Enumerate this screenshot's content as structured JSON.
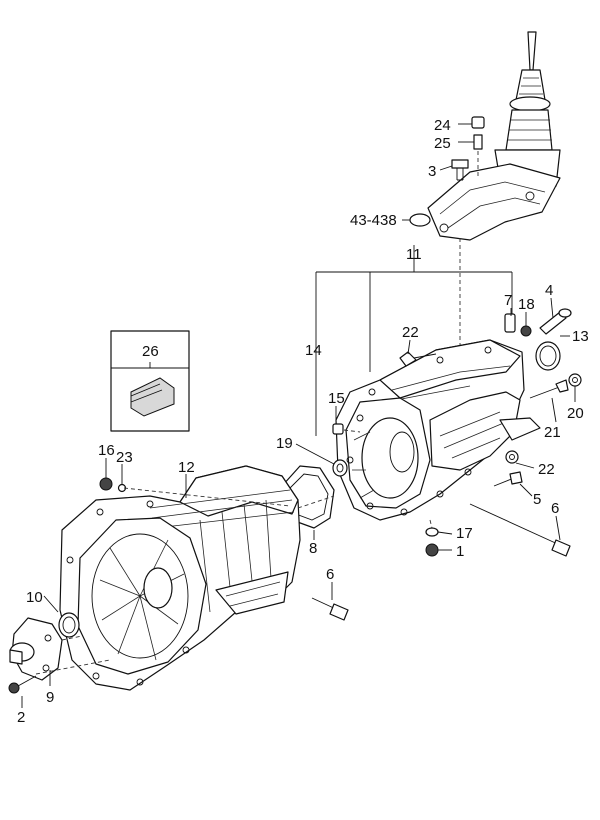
{
  "diagram": {
    "labels": {
      "p1": "1",
      "p2": "2",
      "p3": "3",
      "p4": "4",
      "p5": "5",
      "p6a": "6",
      "p6b": "6",
      "p7": "7",
      "p8": "8",
      "p9": "9",
      "p10": "10",
      "p11": "11",
      "p12": "12",
      "p13": "13",
      "p14": "14",
      "p15": "15",
      "p16": "16",
      "p17": "17",
      "p18": "18",
      "p19": "19",
      "p20": "20",
      "p21": "21",
      "p22a": "22",
      "p22b": "22",
      "p23": "23",
      "p24": "24",
      "p25": "25",
      "p26": "26",
      "ref": "43-438"
    }
  }
}
